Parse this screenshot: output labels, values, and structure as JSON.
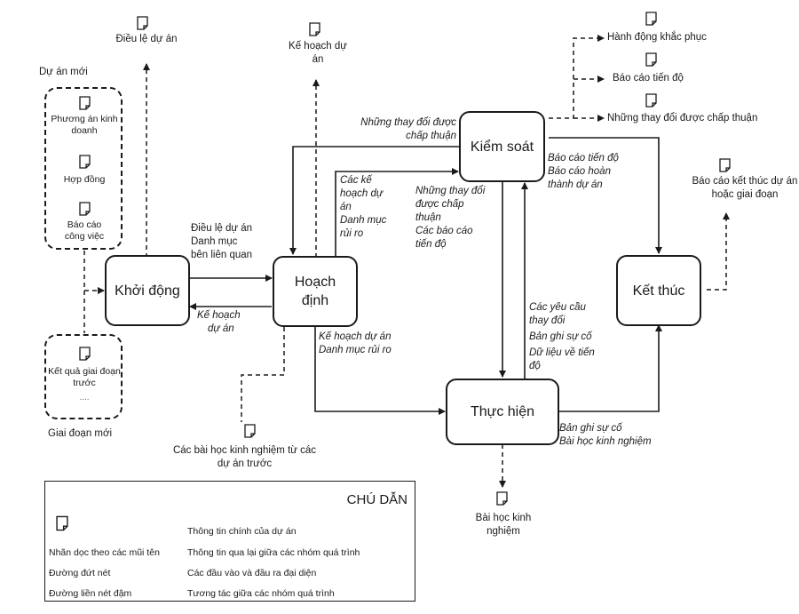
{
  "processes": {
    "initiating": "Khởi động",
    "planning": "Hoạch định",
    "controlling": "Kiểm soát",
    "executing": "Thực hiện",
    "closing": "Kết thúc"
  },
  "groups": {
    "new_project": {
      "title": "Dự án mới",
      "items": [
        "Phương án kinh doanh",
        "Hợp đồng",
        "Báo cáo công việc"
      ]
    },
    "new_phase": {
      "title": "Giai đoạn mới",
      "items": [
        "Kết quả giai đoạn trước",
        "...."
      ]
    }
  },
  "documents": {
    "project_charter": "Điều lệ dự án",
    "project_plan": "Kế hoạch dự án",
    "corrective_action": "Hành động khắc phục",
    "progress_report": "Báo cáo tiến độ",
    "approved_changes": "Những thay đổi được chấp thuận",
    "closure_report": "Báo cáo kết thúc dự án hoặc giai đoạn",
    "lessons_prev": "Các bài học kinh nghiệm từ các dự án trước",
    "lessons_learned": "Bài học kinh nghiệm"
  },
  "flows": {
    "init_to_plan": [
      "Điều lệ dự án",
      "Danh mục",
      "bên liên quan"
    ],
    "plan_to_init": [
      "Kế hoạch",
      "dự án"
    ],
    "control_to_plan": [
      "Những thay đổi được",
      "chấp thuận"
    ],
    "plan_to_control": [
      "Các kế",
      "hoạch dự",
      "án",
      "Danh mục",
      "rủi ro"
    ],
    "control_to_exec": [
      "Những thay đổi",
      "được chấp",
      "thuận",
      "Các báo cáo",
      "tiến độ"
    ],
    "plan_to_exec": [
      "Kế hoạch dự án",
      "Danh mục rủi ro"
    ],
    "exec_to_control": [
      "Các yêu cầu",
      "thay đổi",
      "Bản ghi sự cố",
      "Dữ liệu  về tiến",
      "độ"
    ],
    "control_to_close": [
      "Báo cáo tiến độ",
      "Báo cáo hoàn",
      "thành dự án"
    ],
    "exec_to_close": [
      "Bản ghi sự cố",
      "Bài học kinh nghiệm"
    ]
  },
  "legend": {
    "title": "CHÚ DẪN",
    "rows": [
      {
        "symbol": "document-icon",
        "meaning": "Thông tin chính của dự án"
      },
      {
        "symbol": "Nhãn dọc theo các mũi tên",
        "meaning": "Thông tin qua lại giữa các nhóm quá trình"
      },
      {
        "symbol": "Đường đứt nét",
        "meaning": "Các đầu vào và đầu ra đại diện"
      },
      {
        "symbol": "Đường liền nét đậm",
        "meaning": "Tương tác giữa các nhóm quá trình"
      }
    ]
  }
}
